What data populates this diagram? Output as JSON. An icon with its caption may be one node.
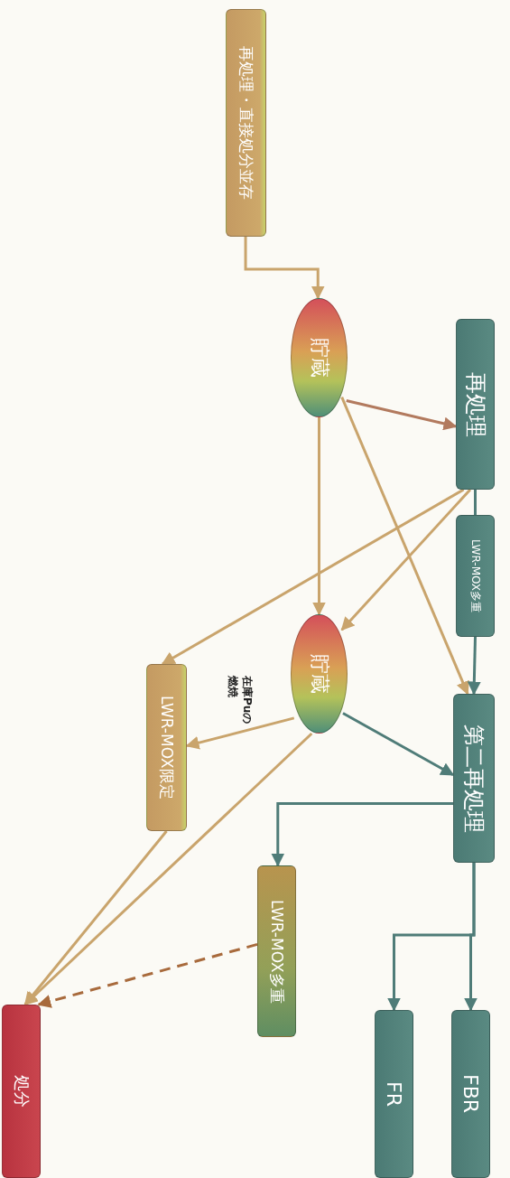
{
  "diagram": {
    "nodes": [
      {
        "text": [
          "再処理・直接処分並存"
        ]
      },
      {
        "text": [
          "貯蔵"
        ]
      },
      {
        "text": [
          "再処理"
        ]
      },
      {
        "text": [
          "LWR-MOX多重"
        ]
      },
      {
        "text": [
          "貯蔵"
        ]
      },
      {
        "text": [
          "LWR-MOX限定"
        ]
      },
      {
        "text": [
          "第二再処理"
        ]
      },
      {
        "text": [
          "LWR-MOX多重"
        ]
      },
      {
        "text": [
          "処分"
        ]
      },
      {
        "text": [
          "FR"
        ]
      },
      {
        "text": [
          "FBR"
        ]
      }
    ],
    "edges": [
      {
        "from": 0,
        "to": 1,
        "arrow": "to"
      },
      {
        "from": 1,
        "to": 2,
        "arrow": "to",
        "color": "#b27a5e"
      },
      {
        "from": 1,
        "to": 4,
        "arrow": "to"
      },
      {
        "from": 1,
        "to": 6,
        "arrow": "to"
      },
      {
        "from": 2,
        "to": 3,
        "arrow": "none",
        "color": "#4f7c78"
      },
      {
        "from": 3,
        "to": 6,
        "arrow": "to",
        "color": "#4f7c78"
      },
      {
        "from": 2,
        "to": 5,
        "arrow": "to"
      },
      {
        "from": 2,
        "to": 4,
        "arrow": "to"
      },
      {
        "from": 4,
        "to": 5,
        "arrow": "to",
        "label": "在庫Puの燃焼"
      },
      {
        "from": 4,
        "to": 6,
        "arrow": "to",
        "color": "#4f7c78"
      },
      {
        "from": 4,
        "to": 8,
        "arrow": "to"
      },
      {
        "from": 5,
        "to": 8,
        "arrow": "to"
      },
      {
        "from": 6,
        "to": 7,
        "arrow": "to",
        "color": "#4f7c78"
      },
      {
        "from": 6,
        "to": 9,
        "arrow": "to",
        "color": "#4f7c78"
      },
      {
        "from": 6,
        "to": 10,
        "arrow": "to",
        "color": "#4f7c78"
      },
      {
        "from": 7,
        "to": 8,
        "arrow": "to",
        "style": "dashed",
        "color": "#a86a3c"
      }
    ]
  }
}
